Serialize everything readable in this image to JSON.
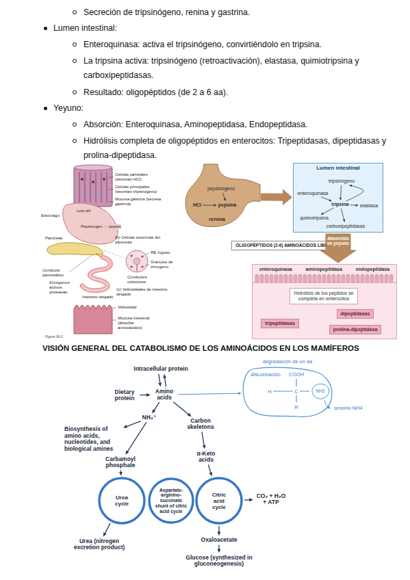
{
  "diagram": {
    "title": "VISIÓN GENERAL DEL CATABOLISMO DE LOS AMINOÁCIDOS EN LOS MAMÍFEROS",
    "nodes": [
      {
        "text": [
          "renina"
        ]
      },
      {
        "text": [
          "pepsinógeno"
        ],
        "in": 0
      },
      {
        "text": [
          "HCl"
        ],
        "in": 0
      },
      {
        "text": [
          "pepsina"
        ],
        "in": 0
      },
      {
        "text": [
          "Lumen intestinal"
        ]
      },
      {
        "text": [
          "tripsinógeno"
        ],
        "in": 4
      },
      {
        "text": [
          "enteroquinasa"
        ],
        "in": 4
      },
      {
        "text": [
          "tripsina"
        ],
        "in": 4
      },
      {
        "text": [
          "quimotripsina"
        ],
        "in": 4
      },
      {
        "text": [
          "elastasa"
        ],
        "in": 4
      },
      {
        "text": [
          "carboxipeptidasas"
        ],
        "in": 4
      },
      {
        "text": [
          "OLIGOPÉPTIDOS (2-6) AMINOÁCIDOS LIBRES"
        ]
      },
      {
        "text": [
          "Absorción en yeyuno"
        ]
      },
      {
        "text": [
          "enteroquinasa",
          "aminopeptidasa",
          "endopeptidasa"
        ]
      },
      {
        "text": [
          "Hidrólisis de los péptidos se completa en enterocitos"
        ],
        "in": 13
      },
      {
        "text": [
          "tripeptidasas"
        ],
        "in": 13
      },
      {
        "text": [
          "dipeptidasas"
        ],
        "in": 13
      },
      {
        "text": [
          "prolina-dipeptidasa"
        ],
        "in": 13
      },
      {
        "text": [
          "Intracellular protein"
        ]
      },
      {
        "text": [
          "Dietary protein"
        ]
      },
      {
        "text": [
          "Amino acids"
        ]
      },
      {
        "text": [
          "NH₄⁺"
        ]
      },
      {
        "text": [
          "Carbon skeletons"
        ]
      },
      {
        "text": [
          "Biosynthesis of amino acids, nucleotides, and biological amines"
        ]
      },
      {
        "text": [
          "Carbamoyl phosphate"
        ]
      },
      {
        "text": [
          "α-Keto acids"
        ]
      },
      {
        "text": [
          "Urea cycle"
        ]
      },
      {
        "text": [
          "Aspartate- arginino- succinate shunt of citric acid cycle"
        ]
      },
      {
        "text": [
          "Citric acid cycle"
        ]
      },
      {
        "text": [
          "CO₂ + H₂O + ATP"
        ]
      },
      {
        "text": [
          "Urea (nitrogen excretion product)"
        ]
      },
      {
        "text": [
          "Oxaloacetate"
        ]
      },
      {
        "text": [
          "Glucose (synthesized in gluconeogenesis)"
        ]
      },
      {
        "text": [
          "degradación de un aa",
          "alfa-cetoácido"
        ]
      },
      {
        "text": [
          "NH2"
        ],
        "in": 33
      }
    ],
    "edges": [
      {
        "from": 0,
        "to": 4,
        "arrow": "to"
      },
      {
        "from": 1,
        "to": 3,
        "arrow": "to"
      },
      {
        "from": 2,
        "to": 3,
        "arrow": "to"
      },
      {
        "from": 6,
        "to": 7,
        "arrow": "to"
      },
      {
        "from": 5,
        "to": 7,
        "arrow": "to"
      },
      {
        "from": 7,
        "to": 5,
        "arrow": "to"
      },
      {
        "from": 7,
        "to": 8,
        "arrow": "to"
      },
      {
        "from": 7,
        "to": 9,
        "arrow": "to"
      },
      {
        "from": 7,
        "to": 10,
        "arrow": "to"
      },
      {
        "from": 18,
        "to": 20,
        "arrow": "to"
      },
      {
        "from": 20,
        "to": 18,
        "arrow": "to"
      },
      {
        "from": 19,
        "to": 20,
        "arrow": "to"
      },
      {
        "from": 20,
        "to": 21,
        "arrow": "to"
      },
      {
        "from": 20,
        "to": 22,
        "arrow": "to"
      },
      {
        "from": 21,
        "to": 23,
        "arrow": "to"
      },
      {
        "from": 21,
        "to": 24,
        "arrow": "to"
      },
      {
        "from": 24,
        "to": 26,
        "arrow": "to"
      },
      {
        "from": 22,
        "to": 25,
        "arrow": "to"
      },
      {
        "from": 25,
        "to": 28,
        "arrow": "to"
      },
      {
        "from": 28,
        "to": 29,
        "arrow": "to"
      },
      {
        "from": 26,
        "to": 30,
        "arrow": "to"
      },
      {
        "from": 28,
        "to": 31,
        "arrow": "to"
      },
      {
        "from": 31,
        "to": 32,
        "arrow": "to"
      },
      {
        "from": 20,
        "to": 33,
        "arrow": "to"
      }
    ],
    "labels": [
      "Secreción de tripsinógeno, renina y gastrina.",
      "Lumen intestinal:",
      "Enteroquinasa: activa el tripsinógeno, convirtiéndolo en tripsina.",
      "La tripsina activa: tripsinógeno (retroactivación), elastasa, quimiotripsina y carboxipeptidasas.",
      "Resultado: oligopéptidos (de 2 a 6 aa).",
      "Yeyuno:",
      "Absorción: Enteroquinasa, Aminopeptidasa, Endopeptidasa.",
      "Hidrólisis completa de oligopéptidos en enterocitos: Tripeptidasas, dipeptidasas y prolina-dipeptidasa.",
      "Células parietales (secretan HCl)",
      "Células principales (secretan tripsinógeno)",
      "Mucosa gástrica (secreta gastrina)",
      "Estómago",
      "Low pH",
      "Pepsinogen → pepsin",
      "Páncreas",
      "(b) Células exocrinas del páncreas",
      "RE rugoso",
      "Gránulos de zimógeno",
      "Conductos colectores",
      "Conducto pancreático",
      "Zimógenos activos proteasas",
      "Intestino delgado",
      "(c) Vellosidades de intestino delgado",
      "Vellosidad",
      "Mucosa intestinal (absorbe aminoácidos)",
      "Figura 18-3",
      "COOH",
      "H",
      "C",
      "R",
      "amonio NH4"
    ]
  }
}
